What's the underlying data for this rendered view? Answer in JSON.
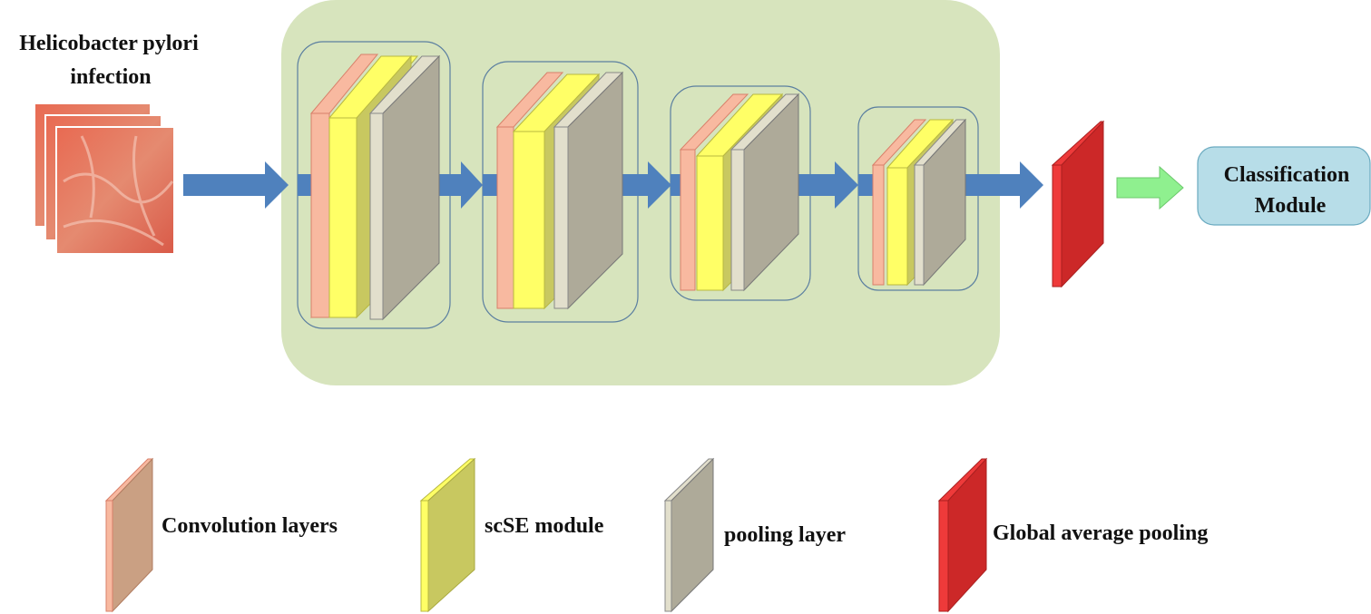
{
  "input": {
    "title_line1": "Helicobacter pylori",
    "title_line2": "infection"
  },
  "output": {
    "line1": "Classification",
    "line2": "Module"
  },
  "legend": [
    {
      "label": "Convolution layers",
      "icon": "convolution-layer-block"
    },
    {
      "label": "scSE module",
      "icon": "scse-module-block"
    },
    {
      "label": "pooling layer",
      "icon": "pooling-layer-block"
    },
    {
      "label": "Global average pooling",
      "icon": "global-average-pooling-block"
    }
  ],
  "colors": {
    "backbone_bg": "#d7e4bd",
    "stage_border": "#5b7fa0",
    "arrow_blue": "#4f81bd",
    "arrow_green": "#8ff08f",
    "conv_front": "#f8b9a0",
    "conv_side": "#caa083",
    "scse_front": "#ffff66",
    "scse_side": "#c8c860",
    "pool_front": "#aeaa99",
    "pool_side": "#e2dfcc",
    "gap_front": "#cc2828",
    "gap_side": "#ee3a3a",
    "module_fill": "#b7dde8",
    "tissue": "#e07060"
  }
}
